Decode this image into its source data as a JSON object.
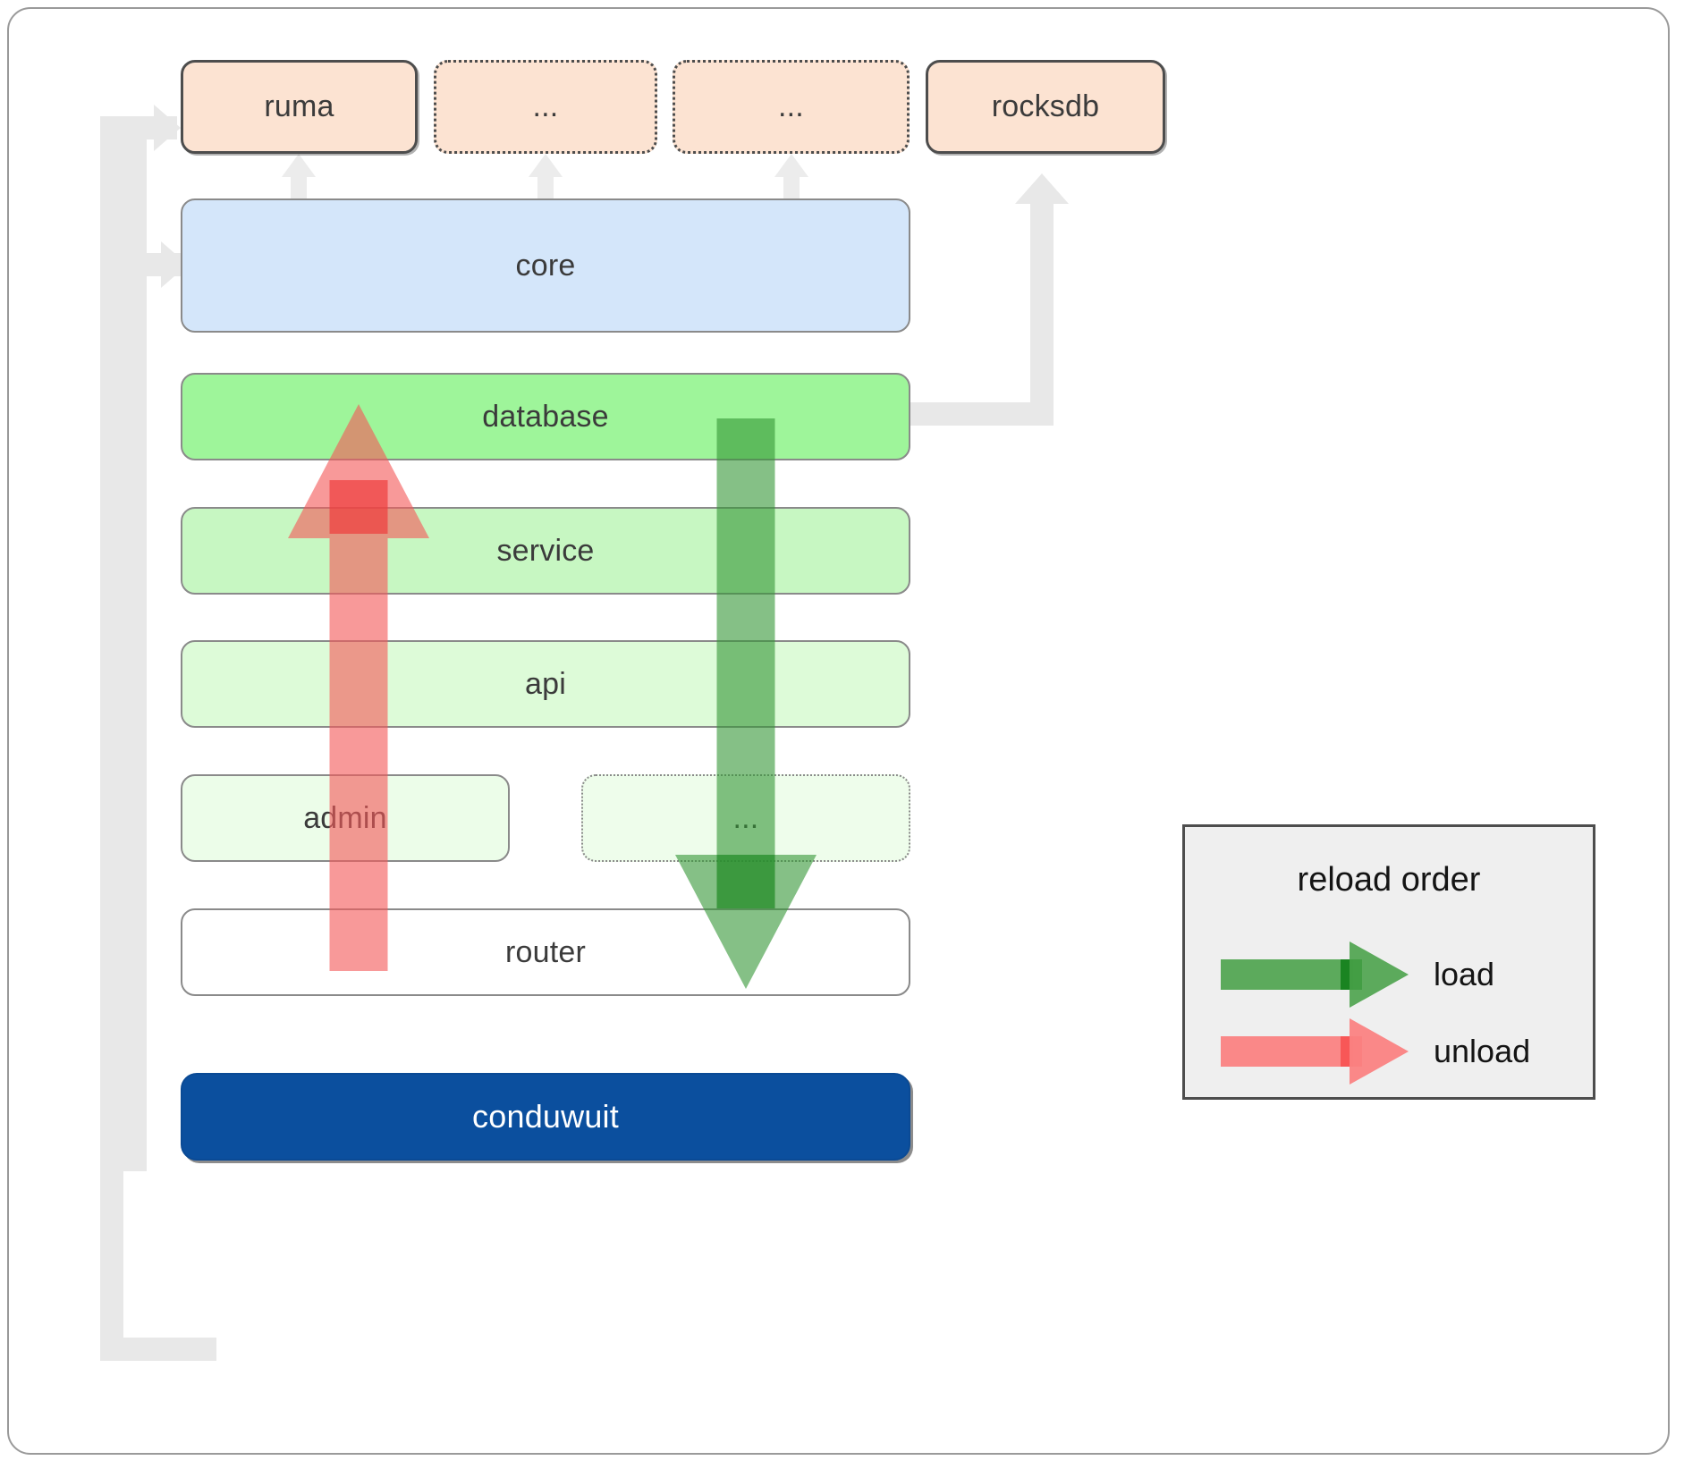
{
  "diagram": {
    "title_hidden": "",
    "dependencies": [
      {
        "label": "ruma",
        "style": "solid"
      },
      {
        "label": "...",
        "style": "dotted"
      },
      {
        "label": "...",
        "style": "dotted"
      },
      {
        "label": "rocksdb",
        "style": "solid"
      }
    ],
    "crates": [
      {
        "label": "core",
        "style": "solid",
        "color": "#d4e6fa"
      },
      {
        "label": "database",
        "style": "solid",
        "color": "#9ef59a"
      },
      {
        "label": "service",
        "style": "solid",
        "color": "#c7f7c2"
      },
      {
        "label": "api",
        "style": "solid",
        "color": "#ddfbd8"
      },
      {
        "label": "admin",
        "style": "solid",
        "color": "#ecfde9"
      },
      {
        "label": "...",
        "style": "dotted",
        "color": "#eefdeb"
      },
      {
        "label": "router",
        "style": "solid",
        "color": "#ffffff"
      }
    ],
    "root": {
      "label": "conduwuit",
      "color": "#0b4f9e"
    },
    "legend": {
      "title": "reload order",
      "entries": [
        {
          "label": "load",
          "color": "#48a048"
        },
        {
          "label": "unload",
          "color": "#fa8282"
        }
      ]
    },
    "arrows": {
      "unload": {
        "label": "unload",
        "direction": "up",
        "color": "#f45a5a"
      },
      "load": {
        "label": "load",
        "direction": "down",
        "color": "#349636"
      }
    }
  }
}
